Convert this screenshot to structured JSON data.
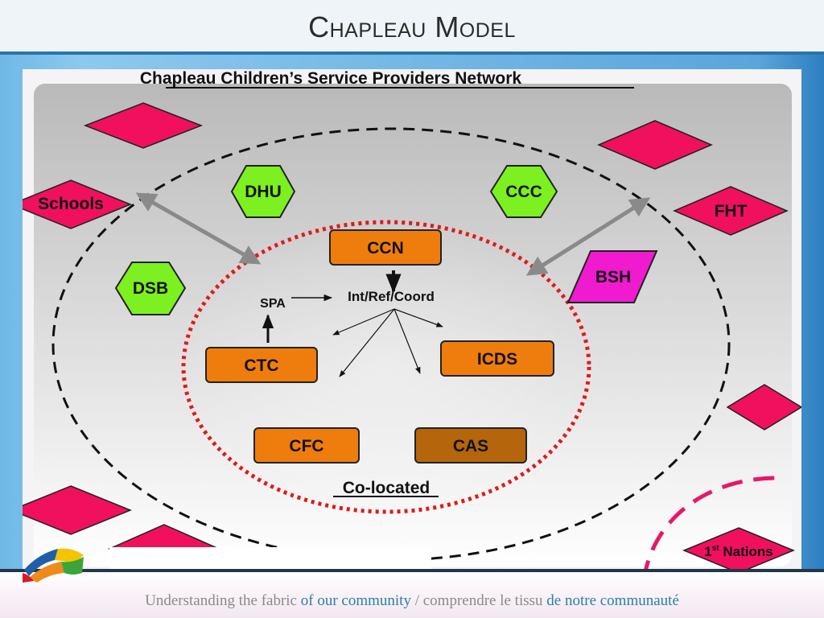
{
  "slide": {
    "title": "Chapleau Model",
    "footer": {
      "part1": "Understanding the fabric ",
      "part2": "of our community",
      "part3": " / comprendre le tissu ",
      "part4": "de notre communauté"
    }
  },
  "diagram": {
    "heading": "Chapleau Children’s Service Providers Network",
    "colocated_label": "Co-located",
    "hub_label": "Int/Ref/Coord",
    "spa_label": "SPA",
    "outer_shapes": {
      "schools": "Schools",
      "fht": "FHT",
      "first_nations_prefix": "1",
      "first_nations_sup": "st",
      "first_nations_suffix": " Nations"
    },
    "hexagons": {
      "dhu": "DHU",
      "ccc": "CCC",
      "dsb": "DSB"
    },
    "parallelogram": {
      "bsh": "BSH"
    },
    "colocated_boxes": {
      "ccn": "CCN",
      "ctc": "CTC",
      "icds": "ICDS",
      "cfc": "CFC",
      "cas": "CAS"
    },
    "colors": {
      "diamond": "#f0105e",
      "hexagon": "#7cf020",
      "box": "#ef7d0e",
      "box_dark": "#b5650b",
      "parallelogram": "#f01bcf",
      "inner_dotted": "#e01a1a",
      "outer_dashed": "#111111"
    }
  }
}
